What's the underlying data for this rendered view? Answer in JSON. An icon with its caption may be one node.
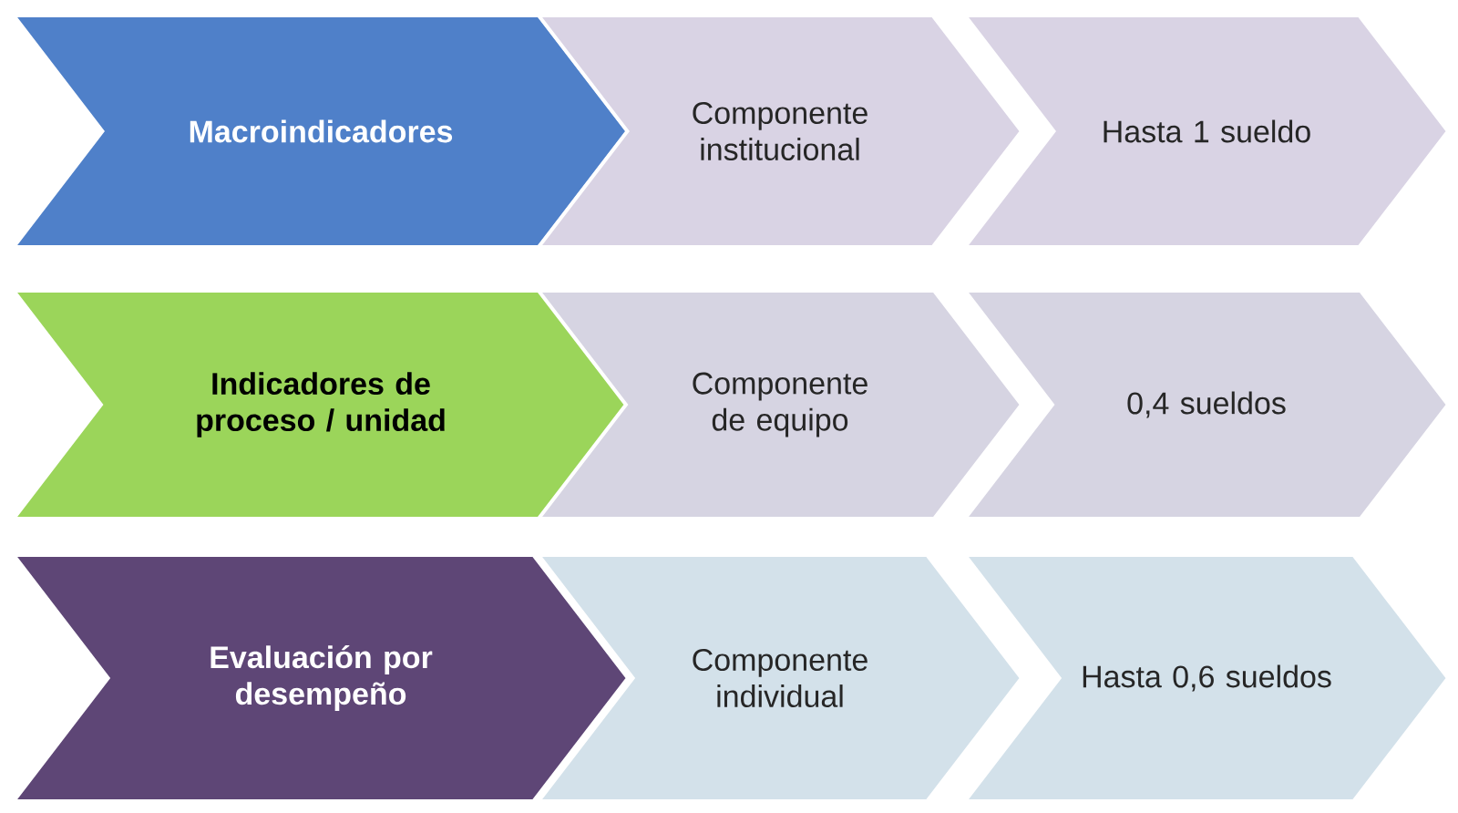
{
  "diagram": {
    "nodes": [
      {
        "text": [
          "Macroindicadores"
        ]
      },
      {
        "text": [
          "Componente institucional"
        ]
      },
      {
        "text": [
          "Hasta 1 sueldo"
        ]
      },
      {
        "text": [
          "Indicadores de proceso / unidad"
        ]
      },
      {
        "text": [
          "Componente de equipo"
        ]
      },
      {
        "text": [
          "0,4 sueldos"
        ]
      },
      {
        "text": [
          "Evaluación por desempeño"
        ]
      },
      {
        "text": [
          "Componente individual"
        ]
      },
      {
        "text": [
          "Hasta 0,6 sueldos"
        ]
      }
    ]
  }
}
